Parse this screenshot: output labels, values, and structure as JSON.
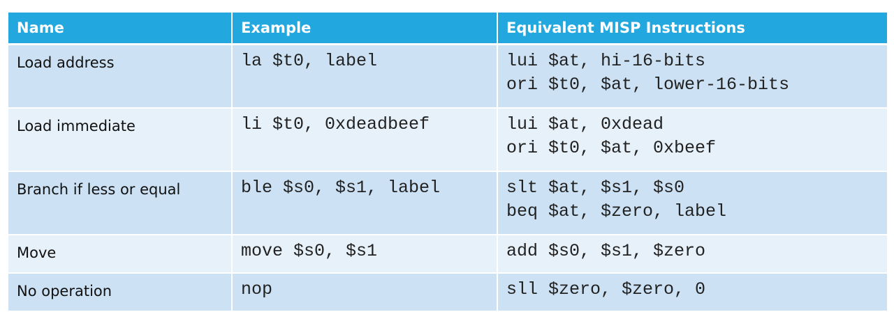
{
  "headers": [
    "Name",
    "Example",
    "Equivalent MISP Instructions"
  ],
  "rows": [
    {
      "name": "Load address",
      "example": "la $t0, label",
      "equivalent": [
        "lui $at, hi-16-bits",
        "ori $t0, $at, lower-16-bits"
      ]
    },
    {
      "name": "Load immediate",
      "example": "li $t0, 0xdeadbeef",
      "equivalent": [
        "lui $at, 0xdead",
        "ori $t0, $at, 0xbeef"
      ]
    },
    {
      "name": "Branch if less or equal",
      "example": "ble $s0, $s1, label",
      "equivalent": [
        "slt $at, $s1, $s0",
        "beq $at, $zero, label"
      ]
    },
    {
      "name": "Move",
      "example": "move $s0, $s1",
      "equivalent": [
        "add $s0, $s1, $zero"
      ]
    },
    {
      "name": "No operation",
      "example": "nop",
      "equivalent": [
        "sll $zero, $zero, 0"
      ]
    }
  ],
  "colors": {
    "header": "#22a7df",
    "row_odd": "#cce2f4",
    "row_even": "#e7f1fa"
  }
}
